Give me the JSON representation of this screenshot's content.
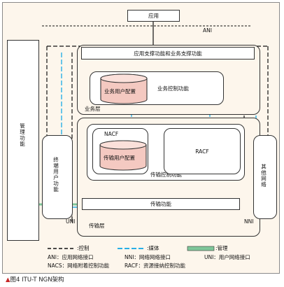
{
  "boxes": {
    "application": "应用",
    "app_support": "应用支撑功能和业务支撑功能",
    "service_control": "业务控制功能",
    "service_user_profile": "业务用户配置",
    "service_stratum": "业务层",
    "nacf": "NACF",
    "racf": "RACF",
    "transport_user_profile": "传输用户配置",
    "transport_control": "传输控制功能",
    "end_user_functions": "终端用户功能",
    "other_networks": "其他网络",
    "management_functions": "管理功能",
    "transport_functions": "传输功能",
    "transport_stratum": "传输层"
  },
  "interfaces": {
    "ani": "ANI",
    "uni": "UNI",
    "nni": "NNI"
  },
  "legend": {
    "control": ":控制",
    "media": ":媒体",
    "management": ":管理",
    "defs": [
      "ANI：应用网络接口",
      "NNI：网络网络接口",
      "UNI：用户网络接口",
      "NACS：网络附着控制功能",
      "RACF：资源接纳控制功能"
    ]
  },
  "caption": "图4  ITU-T NGN架构",
  "colors": {
    "media": "#29b0e6",
    "management": "#7fc79a",
    "control": "#111111",
    "stratum_bg": "#fdf6ec"
  }
}
